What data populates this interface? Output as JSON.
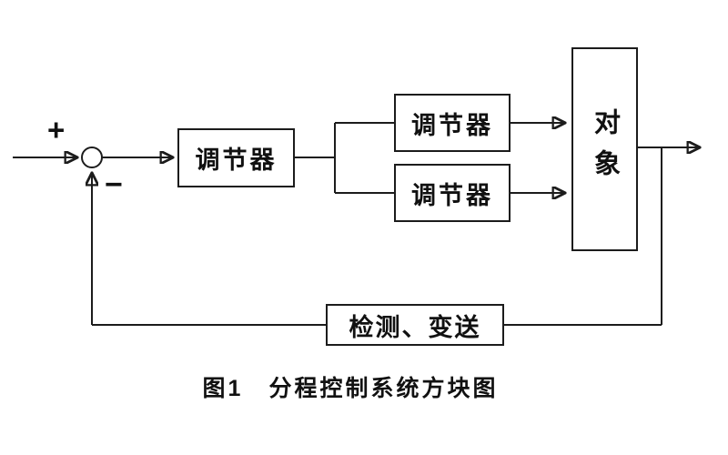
{
  "diagram": {
    "caption": "图1　分程控制系统方块图",
    "signs": {
      "plus": "+",
      "minus": "−"
    },
    "blocks": {
      "controller_main": {
        "label": "调节器"
      },
      "controller_upper": {
        "label": "调节器"
      },
      "controller_lower": {
        "label": "调节器"
      },
      "process": {
        "label": "对象"
      },
      "feedback_transmitter": {
        "label": "检测、变送"
      }
    },
    "colors": {
      "line": "#1c1c1c",
      "background": "#ffffff"
    }
  }
}
